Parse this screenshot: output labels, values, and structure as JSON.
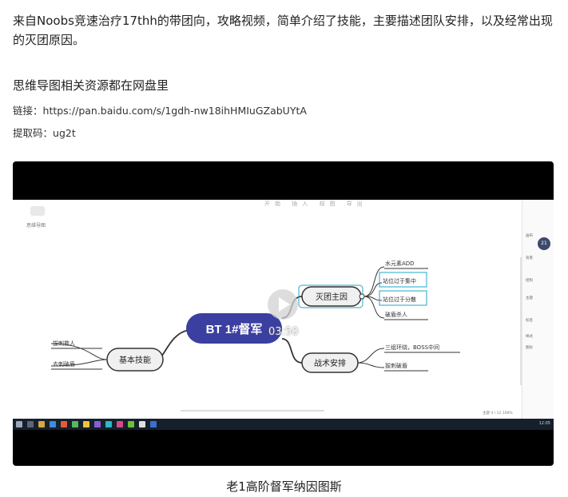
{
  "article": {
    "intro": "来自Noobs竞速治疗17thh的带团向，攻略视频，简单介绍了技能，主要描述团队安排，以及经常出现的灭团原因。",
    "heading": "思维导图相关资源都在网盘里",
    "link_label": "链接：",
    "link_url": "https://pan.baidu.com/s/1gdh-nw18ihHMIuGZabUYtA",
    "code_label": "提取码：",
    "code_value": "ug2t"
  },
  "video": {
    "duration": "03:50",
    "caption": "老1高阶督军纳因图斯",
    "mindmap": {
      "center": "BT 1#督军",
      "left_branch": {
        "label": "基本技能",
        "children": [
          "拔刺救人",
          "去刺破盾"
        ]
      },
      "right_top_branch": {
        "label": "灭团主因",
        "children": [
          "水元素ADD",
          "站位过于集中",
          "站位过于分散",
          "破盾杀人"
        ]
      },
      "right_bottom_branch": {
        "label": "战术安排",
        "children": [
          "三组环绕，BOSS中间",
          "拔刺破盾"
        ]
      }
    },
    "app_label": "思维导图",
    "toolbar_text": "开始 插入 视图 导出",
    "right_panel": [
      "画布",
      "背景",
      "结构",
      "主题",
      "标签",
      "样式",
      "图标"
    ],
    "panel_badge": "21",
    "status_text": "主题 4 / 12      100%",
    "clock": "12:05",
    "colors": {
      "center_fill": "#3a3fa0",
      "accent_cyan": "#22a7c7",
      "video_bg": "#000000",
      "taskbar_bg": "#16202c"
    }
  }
}
